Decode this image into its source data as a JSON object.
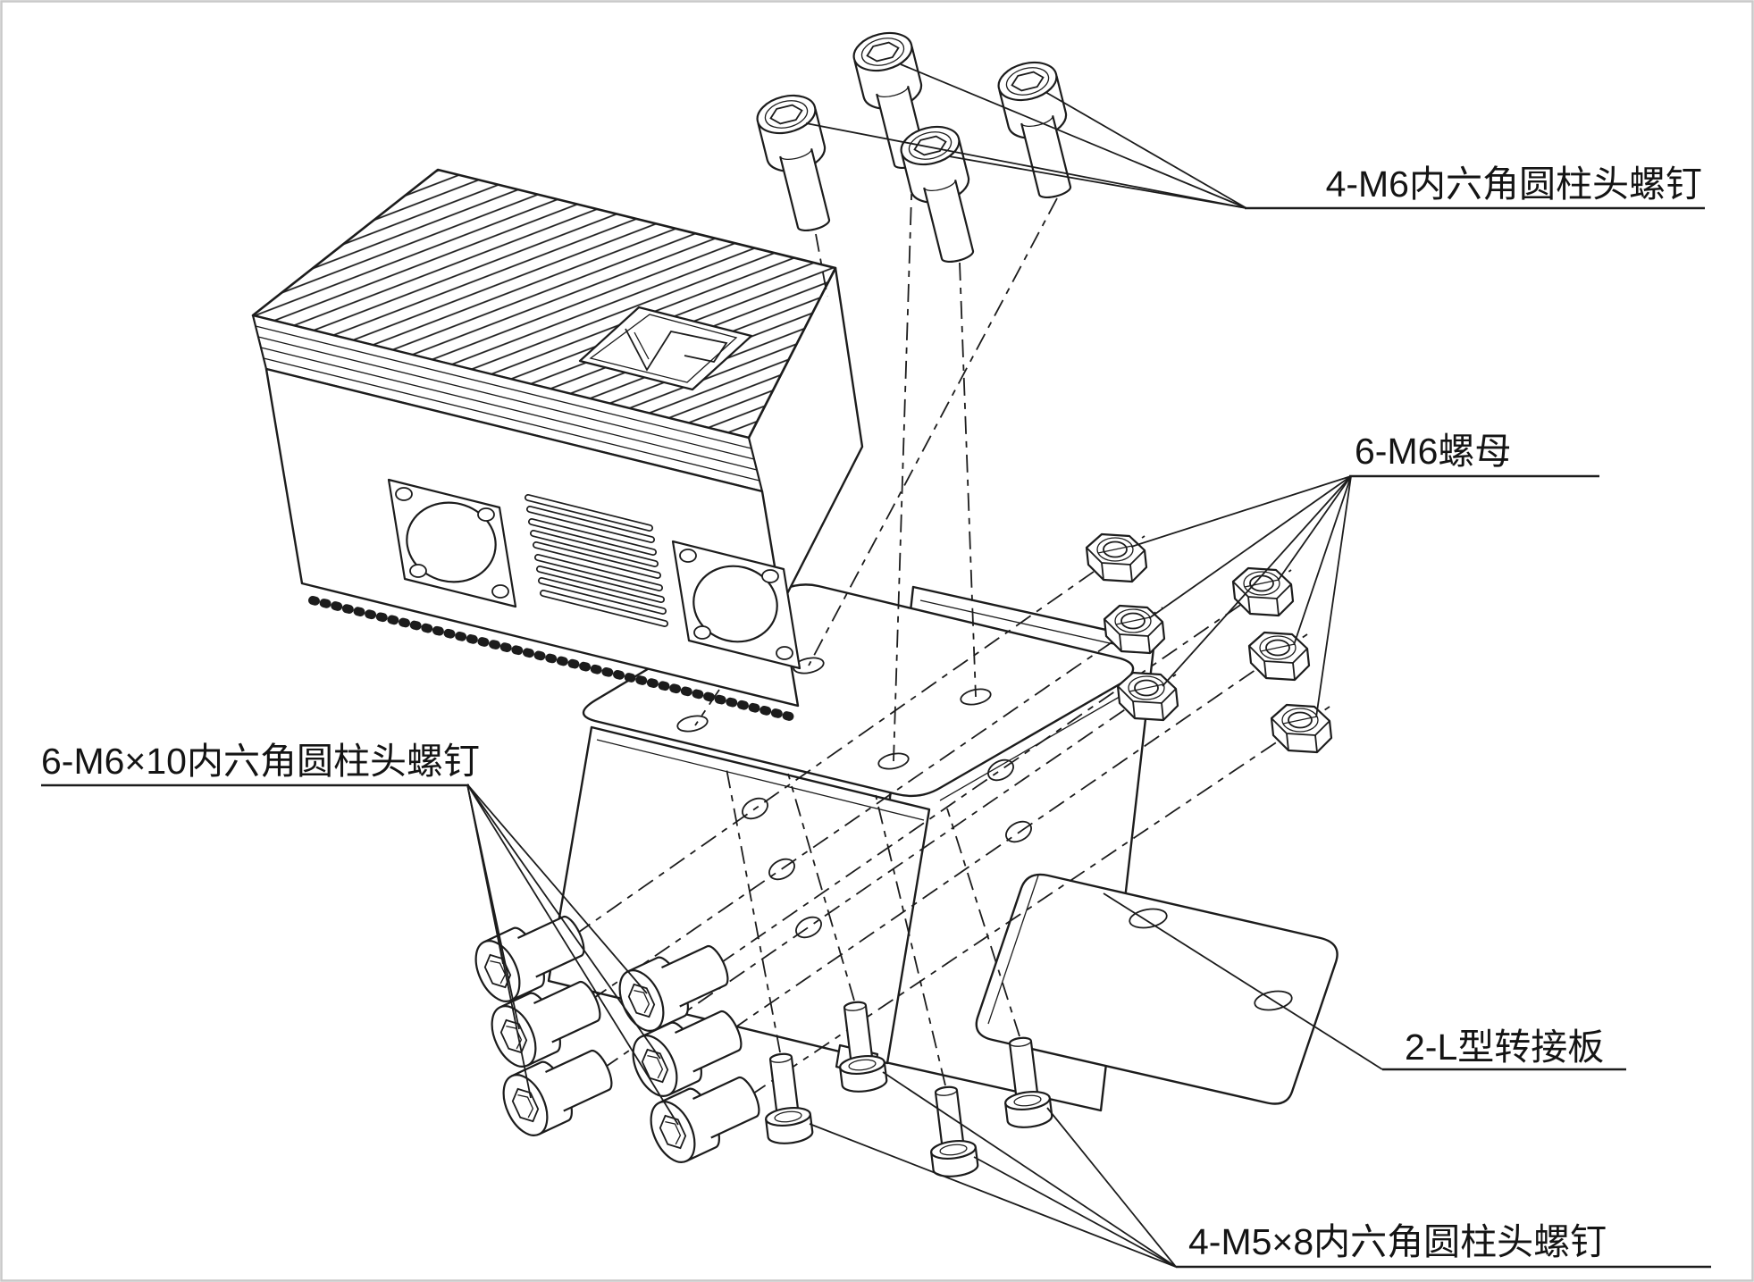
{
  "diagram": {
    "type": "exploded-assembly-technical-drawing",
    "background": "#ffffff",
    "line_color": "#1c1c1c",
    "border_color": "#c9c9c9",
    "labels": {
      "screws_top": {
        "text": "4-M6内六角圆柱头螺钉",
        "leaders": 4
      },
      "nuts": {
        "text": "6-M6螺母",
        "leaders": 6
      },
      "screws_left": {
        "text": "6-M6×10内六角圆柱头螺钉",
        "leaders": 6
      },
      "bracket": {
        "text": "2-L型转接板",
        "leaders": 1
      },
      "screws_bottom": {
        "text": "4-M5×8内六角圆柱头螺钉",
        "leaders": 4
      }
    }
  }
}
